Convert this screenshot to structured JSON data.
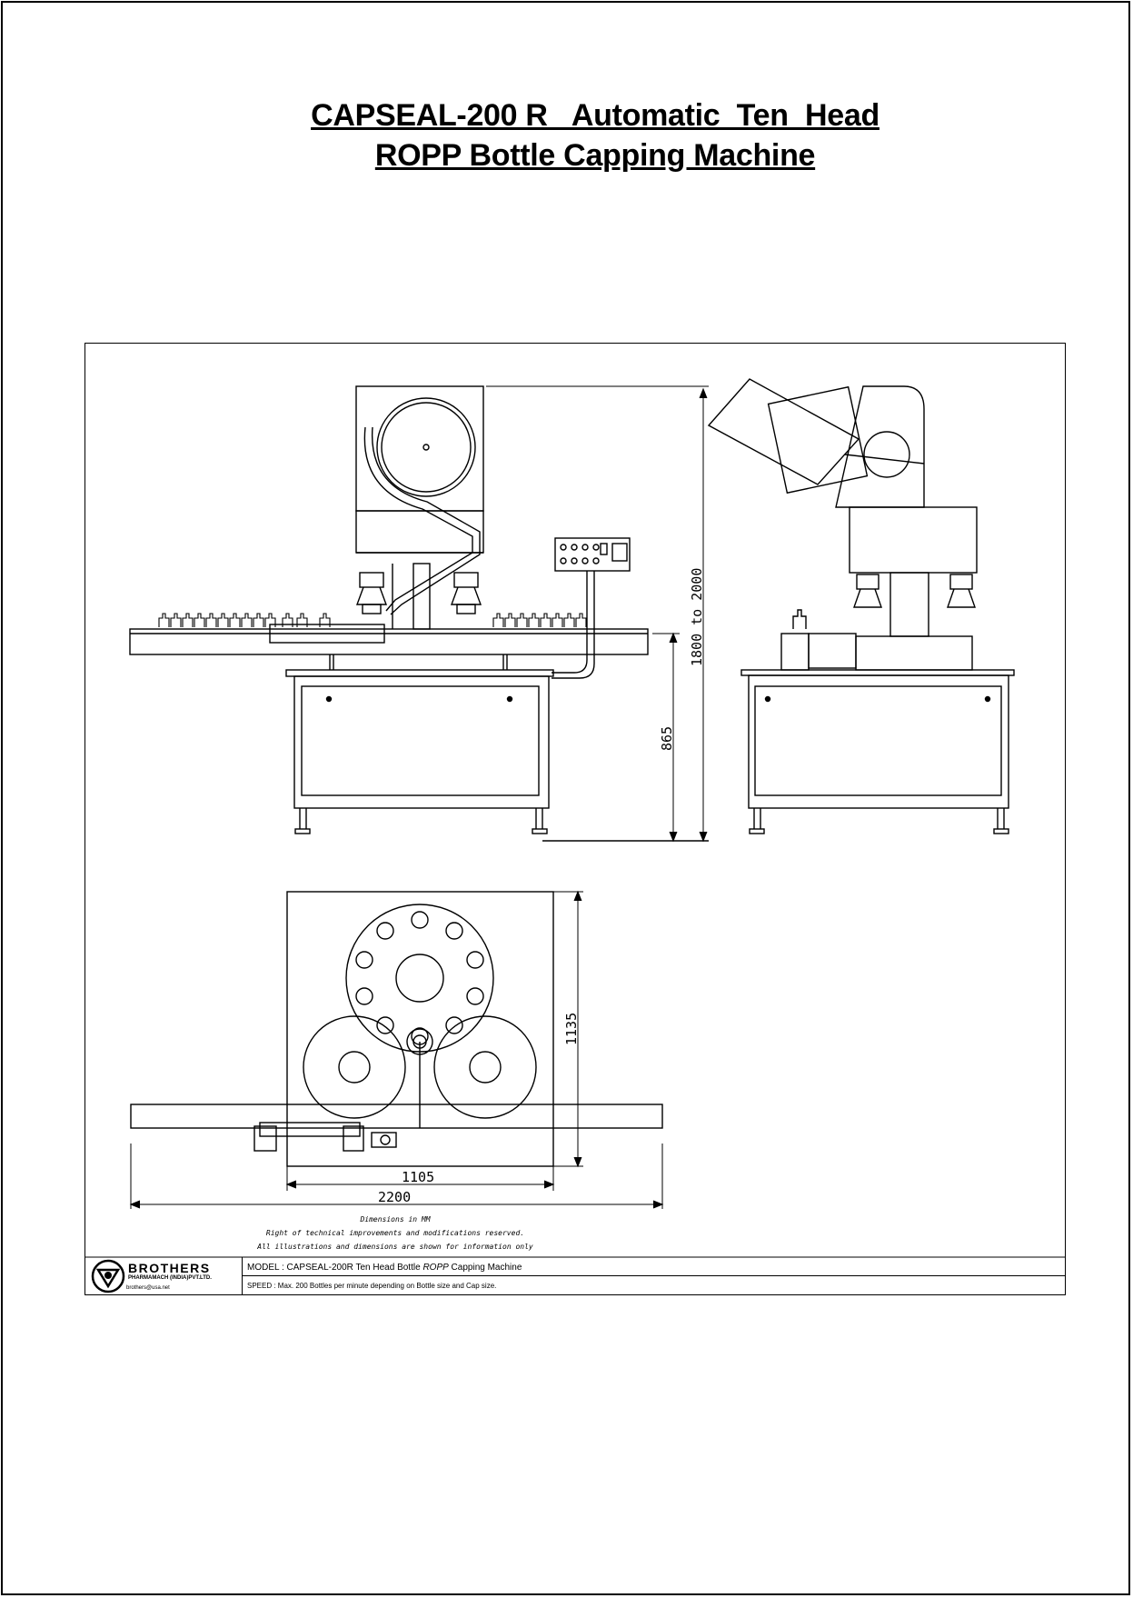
{
  "title": {
    "line1": "CAPSEAL-200 R   Automatic  Ten  Head",
    "line2": "ROPP Bottle Capping Machine"
  },
  "dimensions": {
    "overall_height": "1800 to 2000",
    "table_height": "865",
    "top_view_depth": "1135",
    "top_view_width": "1105",
    "overall_length": "2200"
  },
  "notes": {
    "units": "Dimensions in MM",
    "rights": "Right of technical improvements and modifications reserved.",
    "disclaimer": "All illustrations and dimensions are shown for information only"
  },
  "company": {
    "name": "BROTHERS",
    "subtitle": "PHARMAMACH (INDIA)PVT.LTD.",
    "email": "brothers@usa.net"
  },
  "spec": {
    "model_prefix": "MODEL : CAPSEAL-200R Ten Head Bottle ",
    "model_italic": "ROPP",
    "model_suffix": " Capping Machine",
    "speed": "SPEED : Max. 200 Bottles per minute depending on Bottle size and Cap size."
  },
  "icons": {
    "logo": "brothers-triangle-logo-icon"
  }
}
